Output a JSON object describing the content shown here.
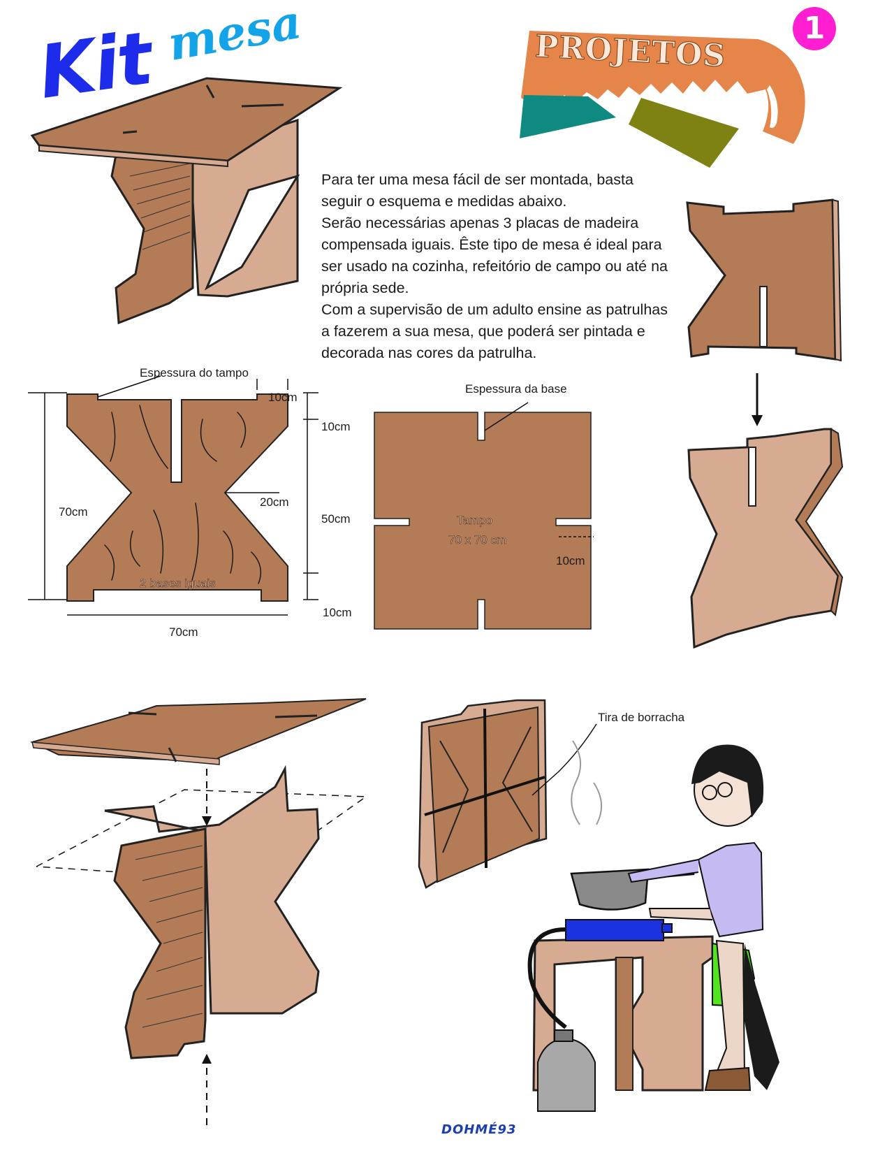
{
  "title": {
    "kit": "Kit",
    "mesa": "mesa"
  },
  "banner": {
    "label": "PROJETOS",
    "page_number": "1"
  },
  "intro": {
    "p1": "Para ter uma mesa fácil de ser montada, basta seguir o esquema  e medidas abaixo.",
    "p2": "Serão necessárias apenas 3 placas de madeira compensada iguais. Êste tipo de mesa é ideal para ser usado na cozinha, refeitório de campo ou até na própria sede.",
    "p3": "Com a supervisão de um adulto ensine as patrulhas a fazerem a sua mesa, que poderá  ser pintada e decorada nas cores da patrulha."
  },
  "base_diagram": {
    "thickness_label": "Espessura do tampo",
    "notch_width": "10cm",
    "height": "70cm",
    "width": "70cm",
    "waist": "20cm",
    "seg_top": "10cm",
    "seg_mid": "50cm",
    "seg_bottom": "10cm",
    "caption": "2 bases iguais"
  },
  "top_diagram": {
    "thickness_label": "Espessura da base",
    "name": "Tampo",
    "size": "70 x 70 cm",
    "slot_depth": "10cm"
  },
  "strap_label": "Tira de borracha",
  "signature": "DOHMÉ93",
  "colors": {
    "wood_dark": "#b47b57",
    "wood_light": "#d6ab91",
    "kit_blue": "#1d2bea",
    "mesa_cyan": "#12a3e8",
    "banner_orange": "#e6854a",
    "teal": "#0f8a80",
    "olive": "#7d8212",
    "page_badge": "#ff1ed2"
  }
}
